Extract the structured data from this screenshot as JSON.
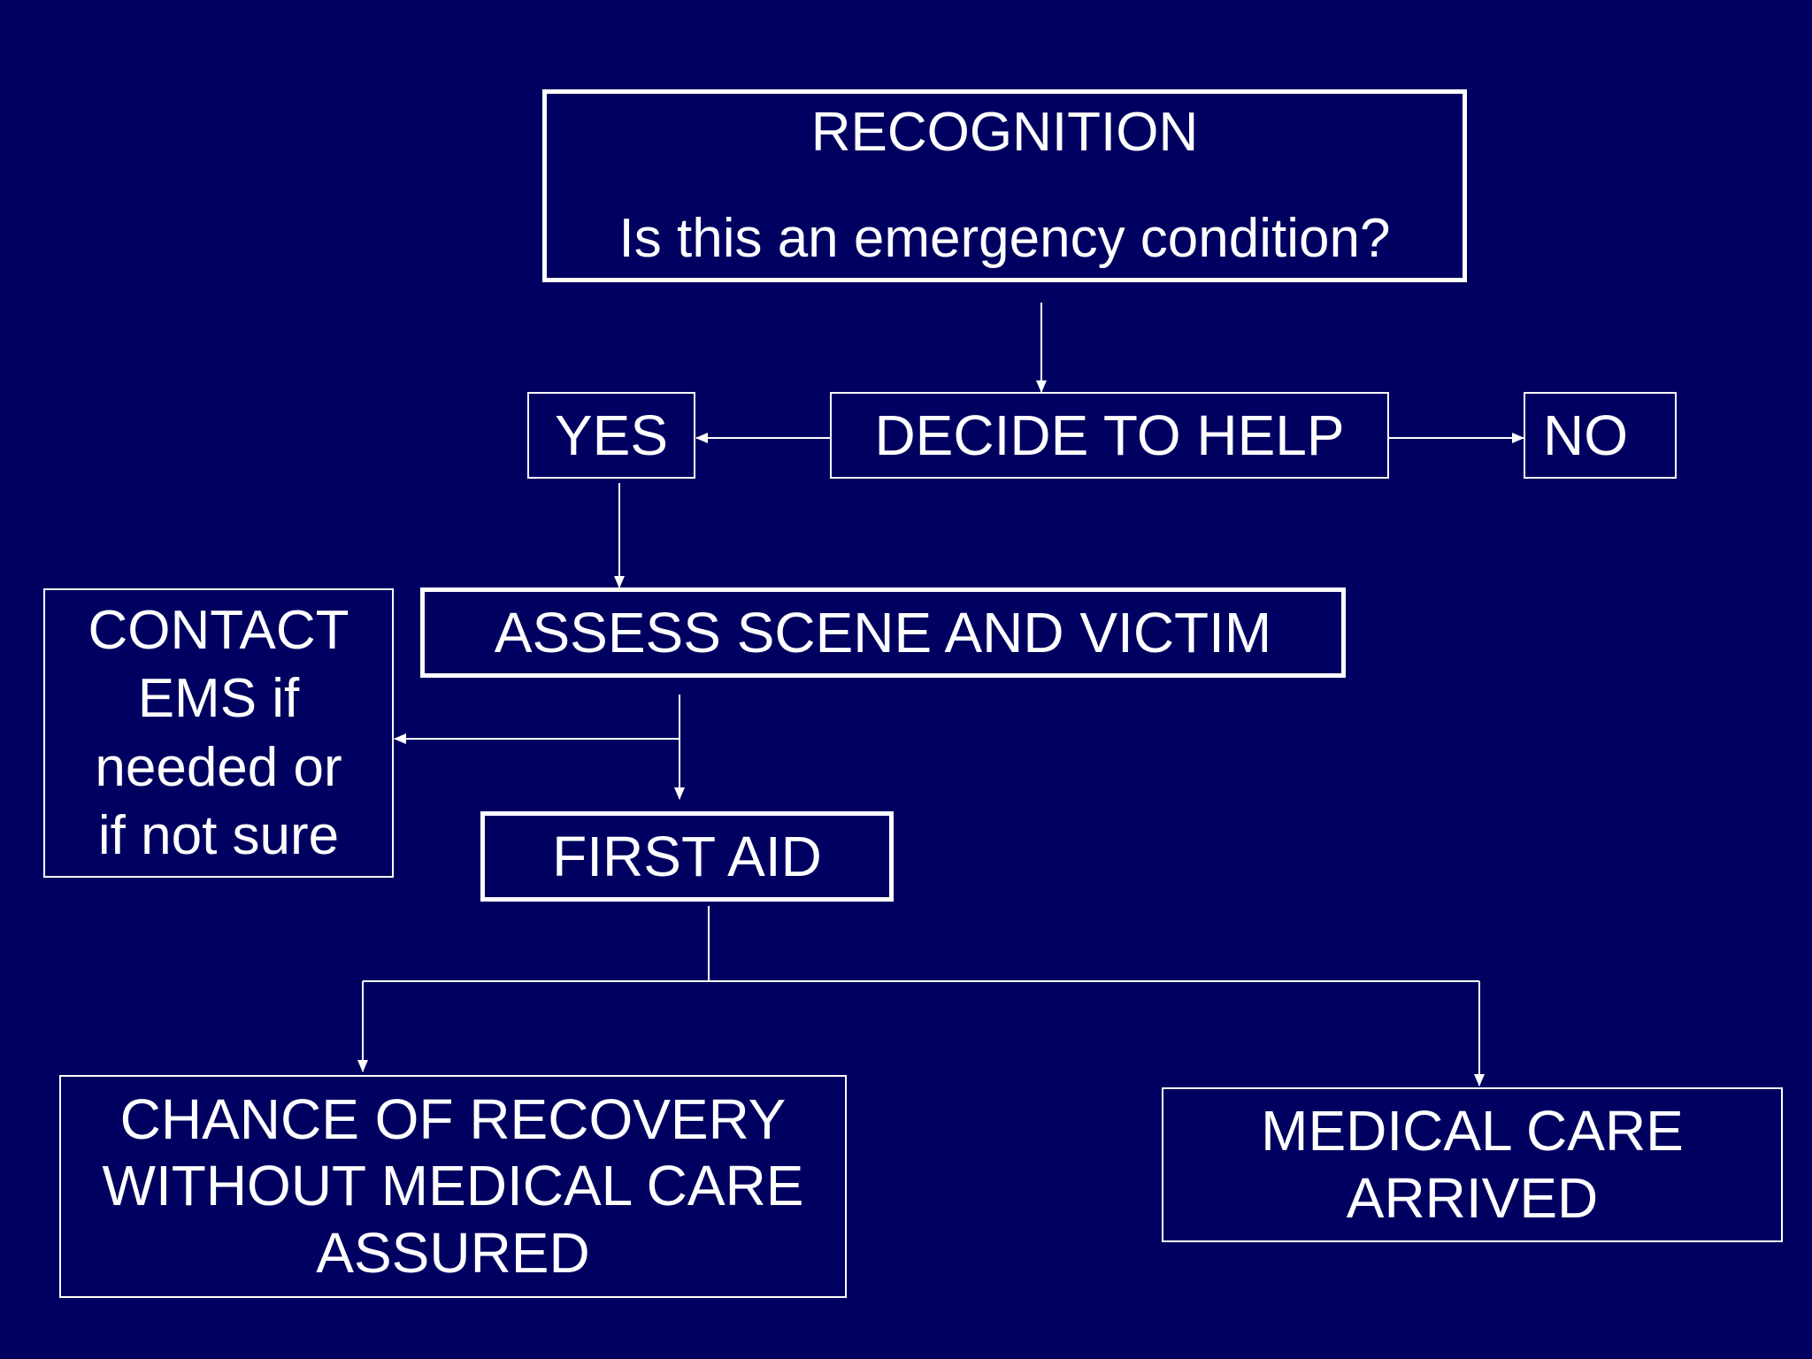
{
  "diagram": {
    "recognition": {
      "title": "RECOGNITION",
      "question": "Is this an emergency condition?"
    },
    "decide": {
      "label": "DECIDE TO HELP"
    },
    "yes": {
      "label": "YES"
    },
    "no": {
      "label": "NO"
    },
    "assess": {
      "label": "ASSESS SCENE AND VICTIM"
    },
    "contact": {
      "lines": [
        "CONTACT",
        "EMS if",
        "needed or",
        "if not sure"
      ]
    },
    "first_aid": {
      "label": "FIRST AID"
    },
    "recovery": {
      "lines": [
        "CHANCE OF RECOVERY",
        "WITHOUT MEDICAL CARE",
        "ASSURED"
      ]
    },
    "medical": {
      "lines": [
        "MEDICAL CARE",
        "ARRIVED"
      ]
    }
  },
  "colors": {
    "background": "#000060",
    "foreground": "#ffffff"
  }
}
